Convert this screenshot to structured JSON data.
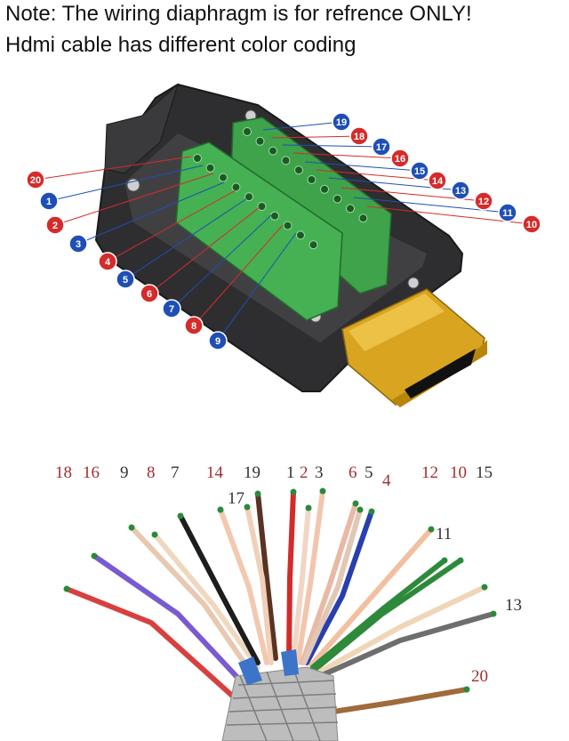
{
  "note": {
    "line1": "Note: The wiring diaphragm is for refrence ONLY!",
    "line2": "Hdmi cable has different color coding"
  },
  "colors": {
    "red_badge": "#d52b2b",
    "blue_badge": "#1f4fb5",
    "terminal_green": "#3ea34a",
    "housing": "#2e2e30",
    "plug_gold": "#d9a520"
  },
  "connector_pins": [
    {
      "label": "19",
      "color": "blue"
    },
    {
      "label": "18",
      "color": "red"
    },
    {
      "label": "17",
      "color": "blue"
    },
    {
      "label": "16",
      "color": "red"
    },
    {
      "label": "15",
      "color": "blue"
    },
    {
      "label": "14",
      "color": "red"
    },
    {
      "label": "13",
      "color": "blue"
    },
    {
      "label": "12",
      "color": "red"
    },
    {
      "label": "11",
      "color": "blue"
    },
    {
      "label": "10",
      "color": "red"
    },
    {
      "label": "20",
      "color": "red"
    },
    {
      "label": "1",
      "color": "blue"
    },
    {
      "label": "2",
      "color": "red"
    },
    {
      "label": "3",
      "color": "blue"
    },
    {
      "label": "4",
      "color": "red"
    },
    {
      "label": "5",
      "color": "blue"
    },
    {
      "label": "6",
      "color": "red"
    },
    {
      "label": "7",
      "color": "blue"
    },
    {
      "label": "8",
      "color": "red"
    },
    {
      "label": "9",
      "color": "blue"
    }
  ],
  "wire_labels": [
    {
      "label": "18",
      "color": "#a03030"
    },
    {
      "label": "16",
      "color": "#a03030"
    },
    {
      "label": "9",
      "color": "#333333"
    },
    {
      "label": "8",
      "color": "#a03030"
    },
    {
      "label": "7",
      "color": "#333333"
    },
    {
      "label": "14",
      "color": "#a03030"
    },
    {
      "label": "19",
      "color": "#333333"
    },
    {
      "label": "17",
      "color": "#333333"
    },
    {
      "label": "1",
      "color": "#333333"
    },
    {
      "label": "2",
      "color": "#a03030"
    },
    {
      "label": "3",
      "color": "#333333"
    },
    {
      "label": "6",
      "color": "#a03030"
    },
    {
      "label": "5",
      "color": "#333333"
    },
    {
      "label": "4",
      "color": "#a03030"
    },
    {
      "label": "12",
      "color": "#a03030"
    },
    {
      "label": "10",
      "color": "#a03030"
    },
    {
      "label": "15",
      "color": "#333333"
    },
    {
      "label": "11",
      "color": "#333333"
    },
    {
      "label": "13",
      "color": "#333333"
    },
    {
      "label": "20",
      "color": "#a03030"
    }
  ]
}
